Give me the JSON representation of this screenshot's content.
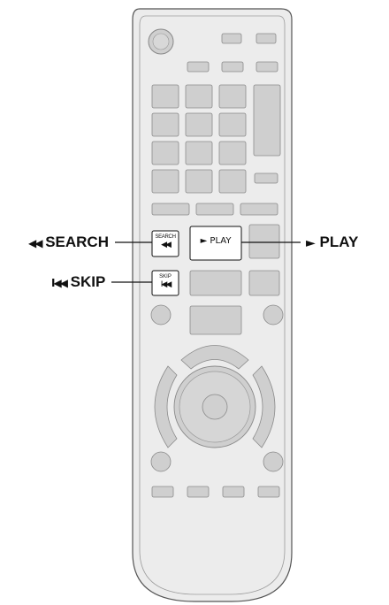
{
  "callouts": {
    "search": {
      "glyph": "◀◀",
      "text": "SEARCH"
    },
    "skip": {
      "glyph": "I◀◀",
      "text": "SKIP"
    },
    "play": {
      "glyph": "►",
      "text": "PLAY"
    }
  },
  "buttons": {
    "search": {
      "top": "SEARCH",
      "glyph": "◀◀"
    },
    "skip": {
      "top": "SKIP",
      "glyph": "I◀◀"
    },
    "play": {
      "text": "► PLAY"
    }
  }
}
